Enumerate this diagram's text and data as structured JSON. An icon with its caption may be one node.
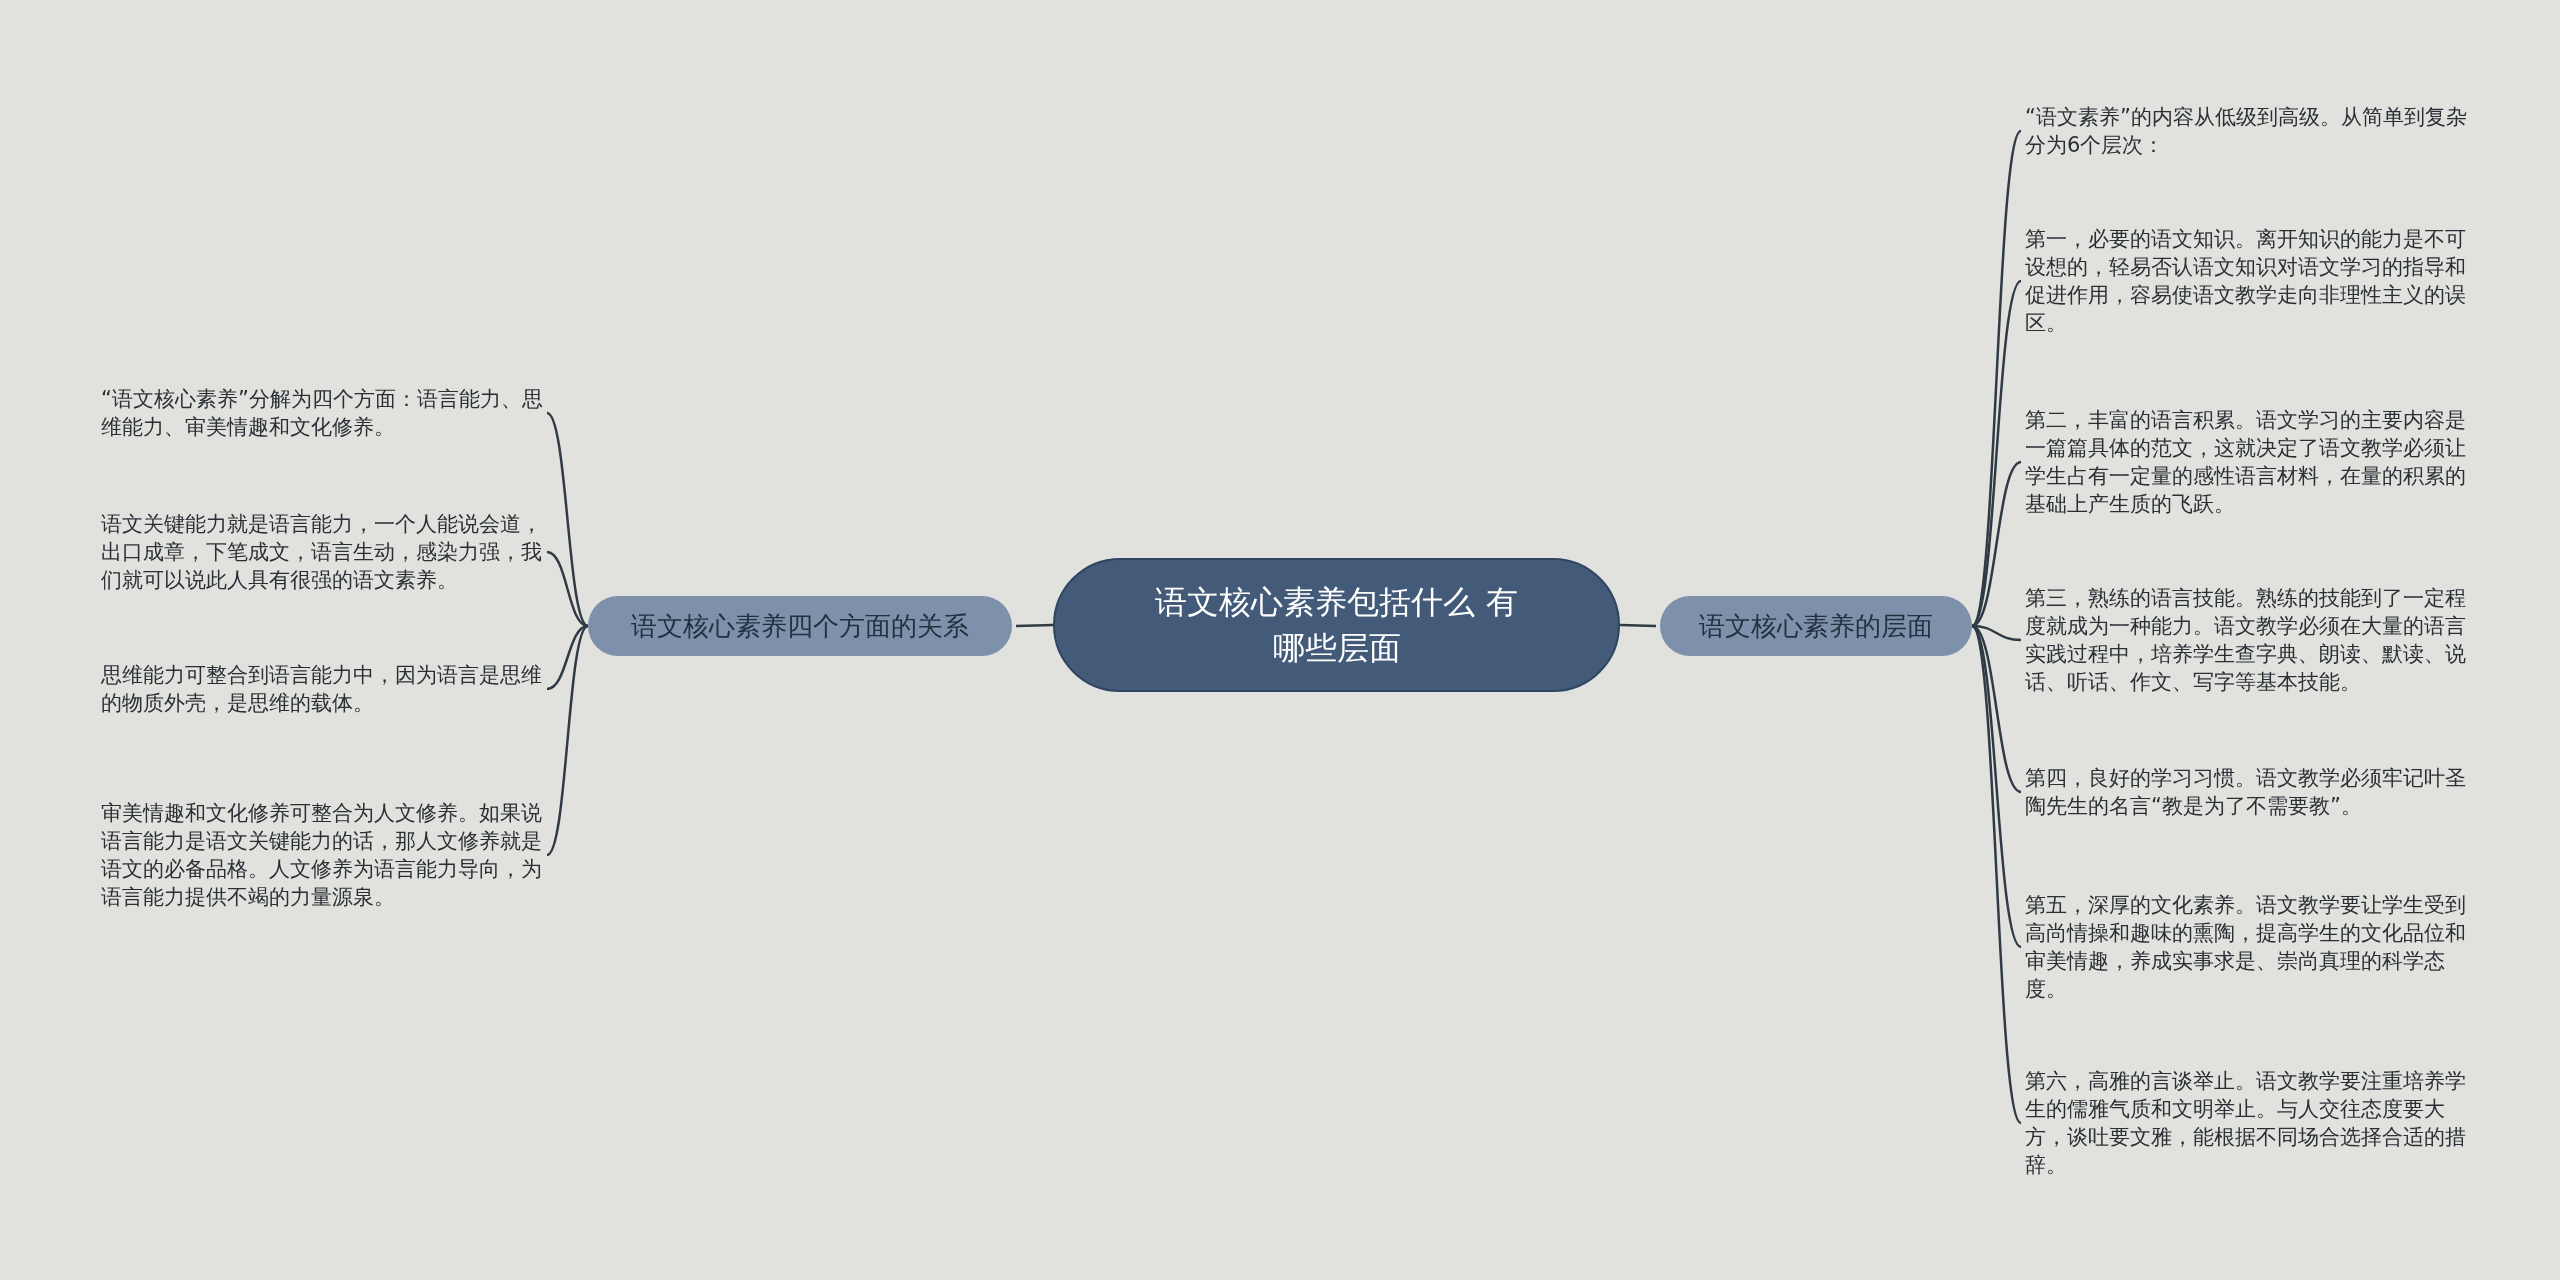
{
  "diagram": {
    "nodes": [
      {
        "text": [
          "语文核心素养包括什么 有哪些层面"
        ]
      },
      {
        "text": [
          "语文核心素养四个方面的关系"
        ]
      },
      {
        "text": [
          "“语文核心素养”分解为四个方面：语言能力、思维能力、审美情趣和文化修养。"
        ]
      },
      {
        "text": [
          "语文关键能力就是语言能力，一个人能说会道，出口成章，下笔成文，语言生动，感染力强，我们就可以说此人具有很强的语文素养。"
        ]
      },
      {
        "text": [
          "思维能力可整合到语言能力中，因为语言是思维的物质外壳，是思维的载体。"
        ]
      },
      {
        "text": [
          "审美情趣和文化修养可整合为人文修养。如果说语言能力是语文关键能力的话，那人文修养就是语文的必备品格。人文修养为语言能力导向，为语言能力提供不竭的力量源泉。"
        ]
      },
      {
        "text": [
          "语文核心素养的层面"
        ]
      },
      {
        "text": [
          "“语文素养”的内容从低级到高级。从简单到复杂分为6个层次："
        ]
      },
      {
        "text": [
          "第一，必要的语文知识。离开知识的能力是不可设想的，轻易否认语文知识对语文学习的指导和促进作用，容易使语文教学走向非理性主义的误区。"
        ]
      },
      {
        "text": [
          "第二，丰富的语言积累。语文学习的主要内容是一篇篇具体的范文，这就决定了语文教学必须让学生占有一定量的感性语言材料，在量的积累的基础上产生质的飞跃。"
        ]
      },
      {
        "text": [
          "第三，熟练的语言技能。熟练的技能到了一定程度就成为一种能力。语文教学必须在大量的语言实践过程中，培养学生查字典、朗读、默读、说话、听话、作文、写字等基本技能。"
        ]
      },
      {
        "text": [
          "第四，良好的学习习惯。语文教学必须牢记叶圣陶先生的名言“教是为了不需要教”。"
        ]
      },
      {
        "text": [
          "第五，深厚的文化素养。语文教学要让学生受到高尚情操和趣味的熏陶，提高学生的文化品位和审美情趣，养成实事求是、崇尚真理的科学态度。"
        ]
      },
      {
        "text": [
          "第六，高雅的言谈举止。语文教学要注重培养学生的儒雅气质和文明举止。与人交往态度要大方，谈吐要文雅，能根据不同场合选择合适的措辞。"
        ]
      }
    ],
    "edges": [
      {
        "from": 0,
        "to": 1,
        "arrow": "none"
      },
      {
        "from": 1,
        "to": 2,
        "arrow": "none"
      },
      {
        "from": 1,
        "to": 3,
        "arrow": "none"
      },
      {
        "from": 1,
        "to": 4,
        "arrow": "none"
      },
      {
        "from": 1,
        "to": 5,
        "arrow": "none"
      },
      {
        "from": 0,
        "to": 6,
        "arrow": "none"
      },
      {
        "from": 6,
        "to": 7,
        "arrow": "none"
      },
      {
        "from": 6,
        "to": 8,
        "arrow": "none"
      },
      {
        "from": 6,
        "to": 9,
        "arrow": "none"
      },
      {
        "from": 6,
        "to": 10,
        "arrow": "none"
      },
      {
        "from": 6,
        "to": 11,
        "arrow": "none"
      },
      {
        "from": 6,
        "to": 12,
        "arrow": "none"
      },
      {
        "from": 6,
        "to": 13,
        "arrow": "none"
      }
    ]
  }
}
